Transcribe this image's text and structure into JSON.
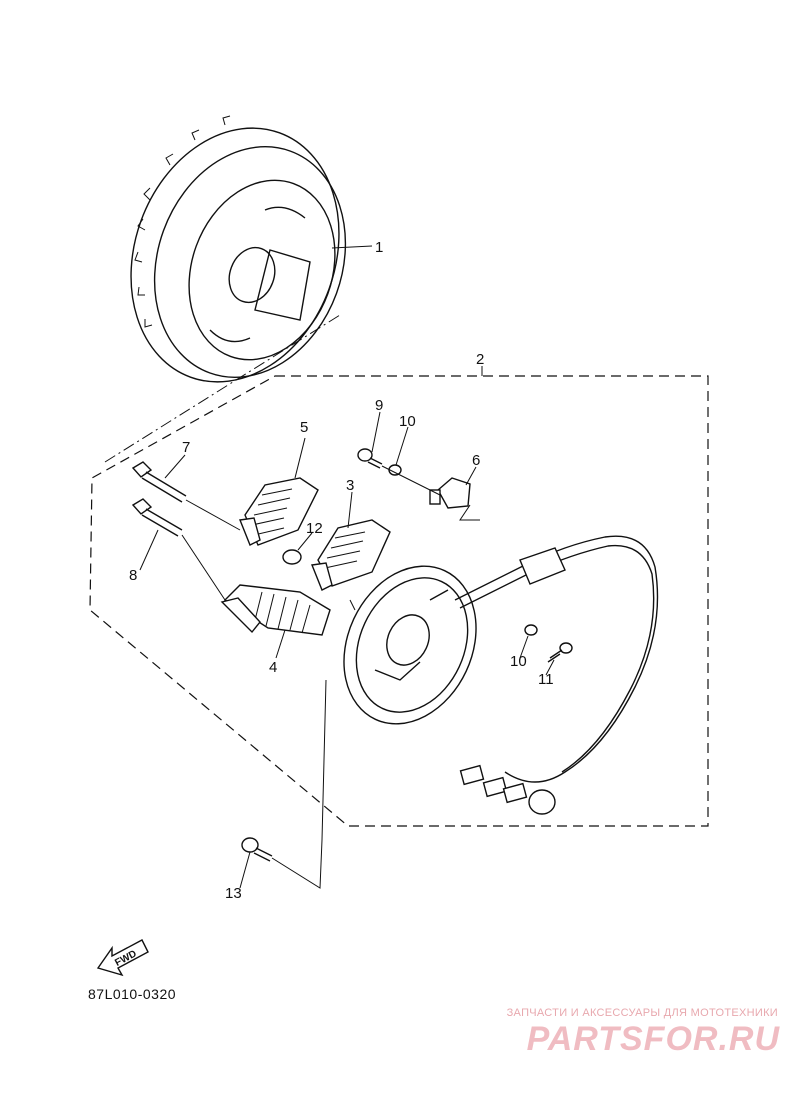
{
  "diagram": {
    "callouts": [
      {
        "id": "1",
        "label": "1"
      },
      {
        "id": "2",
        "label": "2"
      },
      {
        "id": "3",
        "label": "3"
      },
      {
        "id": "4",
        "label": "4"
      },
      {
        "id": "5",
        "label": "5"
      },
      {
        "id": "6",
        "label": "6"
      },
      {
        "id": "7",
        "label": "7"
      },
      {
        "id": "8",
        "label": "8"
      },
      {
        "id": "9",
        "label": "9"
      },
      {
        "id": "10a",
        "label": "10"
      },
      {
        "id": "10b",
        "label": "10"
      },
      {
        "id": "11",
        "label": "11"
      },
      {
        "id": "12",
        "label": "12"
      },
      {
        "id": "13",
        "label": "13"
      }
    ],
    "direction_label": "FWD",
    "figure_code": "87L010-0320"
  },
  "watermark": {
    "tagline": "ЗАПЧАСТИ И АКСЕССУАРЫ ДЛЯ МОТОТЕХНИКИ",
    "brand": "PARTSFOR.RU"
  }
}
